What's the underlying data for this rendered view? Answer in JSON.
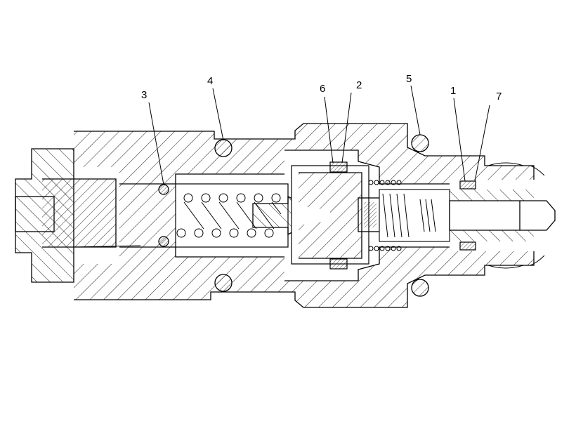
{
  "diagram": {
    "callouts": [
      {
        "id": "3",
        "label": "3"
      },
      {
        "id": "4",
        "label": "4"
      },
      {
        "id": "6",
        "label": "6"
      },
      {
        "id": "2",
        "label": "2"
      },
      {
        "id": "5",
        "label": "5"
      },
      {
        "id": "1",
        "label": "1"
      },
      {
        "id": "7",
        "label": "7"
      }
    ]
  }
}
